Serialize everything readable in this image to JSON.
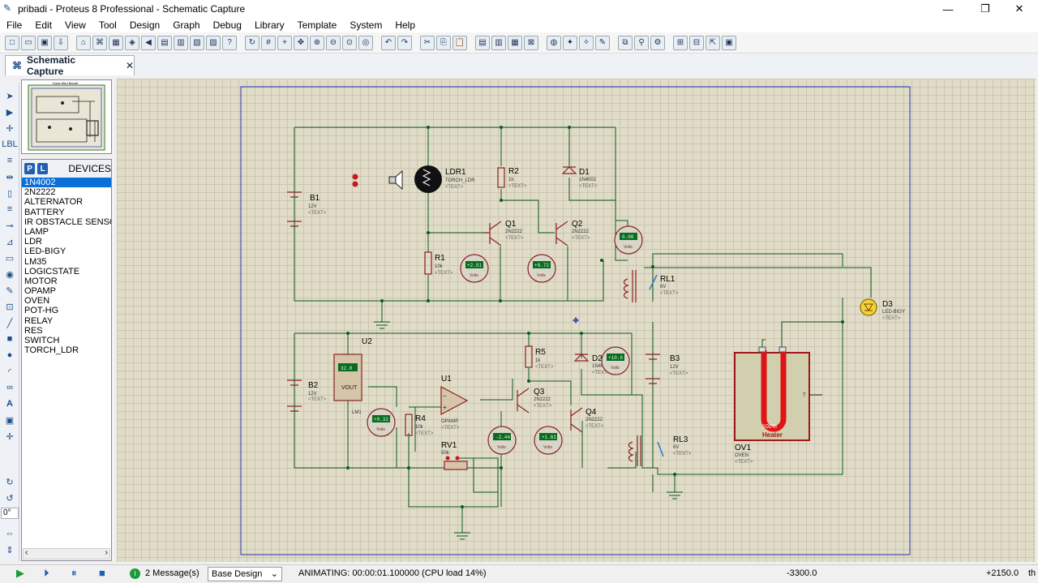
{
  "window": {
    "title": "pribadi - Proteus 8 Professional - Schematic Capture"
  },
  "menu": [
    "File",
    "Edit",
    "View",
    "Tool",
    "Design",
    "Graph",
    "Debug",
    "Library",
    "Template",
    "System",
    "Help"
  ],
  "tab": {
    "label": "Schematic Capture",
    "close": "✕"
  },
  "devices": {
    "header": "DEVICES",
    "items": [
      "1N4002",
      "2N2222",
      "ALTERNATOR",
      "BATTERY",
      "IR OBSTACLE SENSOR",
      "LAMP",
      "LDR",
      "LED-BIGY",
      "LM35",
      "LOGICSTATE",
      "MOTOR",
      "OPAMP",
      "OVEN",
      "POT-HG",
      "RELAY",
      "RES",
      "SWITCH",
      "TORCH_LDR"
    ],
    "selected": "1N4002"
  },
  "rotation": "0°",
  "status": {
    "messages": "2 Message(s)",
    "design": "Base Design",
    "animating": "ANIMATING: 00:00:01.100000 (CPU load 14%)",
    "coord_x": "-3300.0",
    "coord_y": "+2150.0",
    "unit": "th"
  },
  "schematic": {
    "title": "Kana Wed Bandit",
    "text_placeholder": "<TEXT>",
    "components": {
      "B1": {
        "name": "B1",
        "value": "12V"
      },
      "B2": {
        "name": "B2",
        "value": "12V"
      },
      "B3": {
        "name": "B3",
        "value": "12V"
      },
      "LDR1": {
        "name": "LDR1",
        "value": "TORCH_LDR"
      },
      "R1": {
        "name": "R1",
        "value": "10k"
      },
      "R2": {
        "name": "R2",
        "value": "1k"
      },
      "R4": {
        "name": "R4",
        "value": "10k"
      },
      "R5": {
        "name": "R5",
        "value": "1k"
      },
      "D1": {
        "name": "D1",
        "value": "1N4002"
      },
      "D2": {
        "name": "D2",
        "value": "1N4002"
      },
      "D3": {
        "name": "D3",
        "value": "LED-BIGY"
      },
      "Q1": {
        "name": "Q1",
        "value": "2N2222"
      },
      "Q2": {
        "name": "Q2",
        "value": "2N2222"
      },
      "Q3": {
        "name": "Q3",
        "value": "2N2222"
      },
      "Q4": {
        "name": "Q4",
        "value": "2N2222"
      },
      "RL1": {
        "name": "RL1",
        "value": "6V"
      },
      "RL3": {
        "name": "RL3",
        "value": "6V"
      },
      "U1": {
        "name": "U1",
        "value": "OPAMP"
      },
      "U2": {
        "name": "U2",
        "pin": "VOUT",
        "reading": "32.0"
      },
      "RV1": {
        "name": "RV1",
        "value": "50k"
      },
      "OV1": {
        "name": "OV1",
        "value": "OVEN",
        "heater": "Heater",
        "percent": "100%",
        "pin": "T"
      },
      "LM": {
        "name": "LM1"
      }
    },
    "meters": [
      {
        "id": "vm1",
        "reading": "+2.51",
        "unit": "Volts"
      },
      {
        "id": "vm2",
        "reading": "+0.72",
        "unit": "Volts"
      },
      {
        "id": "vm3",
        "reading": "0.00",
        "unit": "Volts"
      },
      {
        "id": "vm4",
        "reading": "+0.32",
        "unit": "Volts"
      },
      {
        "id": "vm5",
        "reading": "-2.44",
        "unit": "Volts"
      },
      {
        "id": "vm6",
        "reading": "+1.61",
        "unit": "Volts"
      },
      {
        "id": "vm7",
        "reading": "+10.6",
        "unit": "Volts"
      }
    ]
  }
}
